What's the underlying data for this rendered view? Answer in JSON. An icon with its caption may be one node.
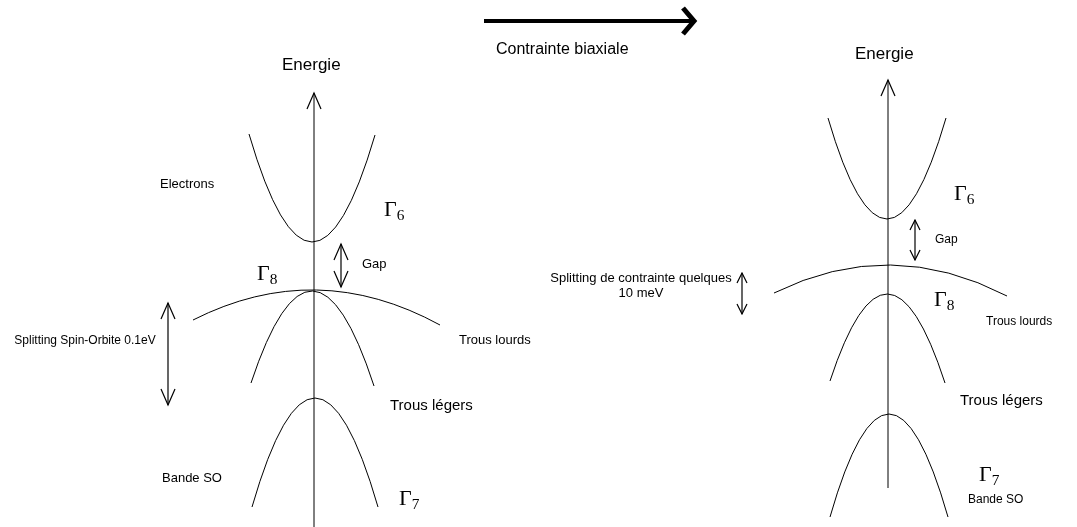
{
  "diagram": {
    "labels": [
      "Contrainte biaxiale",
      "Energie",
      "Energie",
      "Electrons",
      "Γ$_{6}$",
      "Γ$_{6}$",
      "Gap",
      "Gap",
      "Γ$_{8}$",
      "Splitting de contrainte quelques 10 meV",
      "Γ$_{8}$",
      "Splitting Spin-Orbite 0.1eV",
      "Trous lourds",
      "Trous lourds",
      "Trous légers",
      "Trous légers",
      "Bande SO",
      "Γ$_{7}$",
      "Γ$_{7}$",
      "Bande SO"
    ]
  }
}
